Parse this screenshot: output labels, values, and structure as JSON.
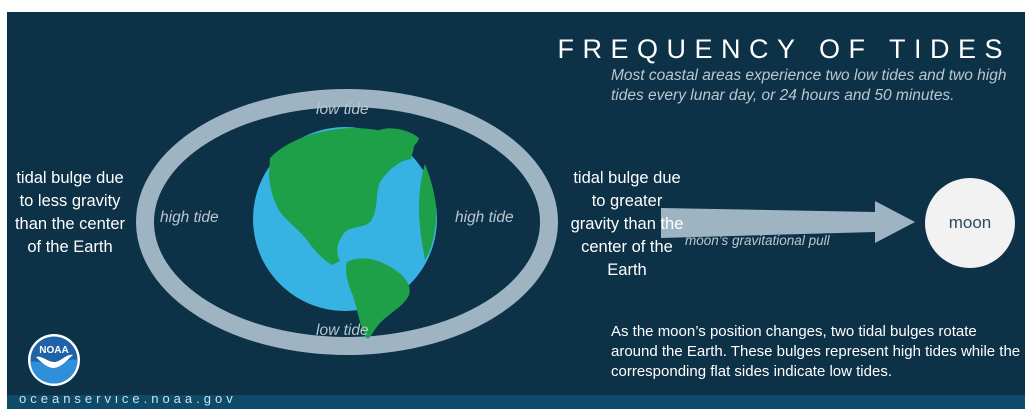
{
  "title": "FREQUENCY OF TIDES",
  "subtitle": "Most coastal areas experience two low tides and two high tides every lunar day, or 24 hours and 50 minutes.",
  "labels": {
    "low_tide_top": "low tide",
    "low_tide_bottom": "low tide",
    "high_tide_left": "high tide",
    "high_tide_right": "high tide",
    "bulge_left": "tidal bulge due to less gravity than the center of the Earth",
    "bulge_right": "tidal bulge due to greater gravity than the center of the Earth",
    "moon": "moon",
    "gravitational_pull": "moon’s gravitational pull"
  },
  "note": "As the moon’s position changes, two tidal bulges rotate around the Earth. These bulges represent high tides while the corresponding flat sides indicate low tides.",
  "logo_text": "NOAA",
  "footer": "oceanservice.noaa.gov",
  "colors": {
    "background": "#0d3147",
    "ellipse": "#9fb4c2",
    "ocean": "#37b3e3",
    "land": "#1ea048",
    "moon": "#f2f2f2"
  }
}
